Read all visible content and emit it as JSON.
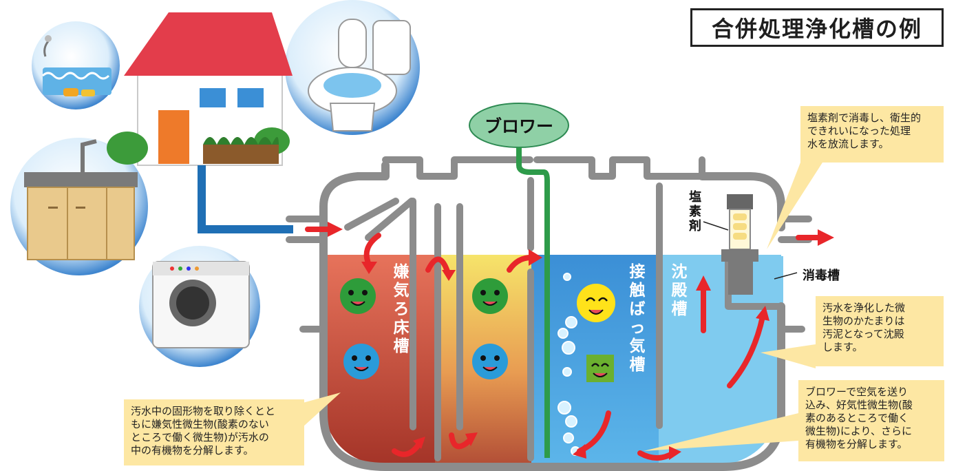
{
  "title": "合併処理浄化槽の例",
  "blower": "ブロワー",
  "chambers": {
    "anaerobic": [
      "嫌",
      "気",
      "ろ",
      "床",
      "槽"
    ],
    "contact_aeration": [
      "接",
      "触",
      "ば",
      "っ",
      "気",
      "槽"
    ],
    "sedimentation": [
      "沈",
      "殿",
      "槽"
    ]
  },
  "chlorine_agent": [
    "塩",
    "素",
    "剤"
  ],
  "disinfection_tank": "消毒槽",
  "callouts": {
    "chlorine": [
      "塩素剤で消毒し、衛生的",
      "できれいになった処理",
      "水を放流します。"
    ],
    "sedimentation": [
      "汚水を浄化した微",
      "生物のかたまりは",
      "汚泥となって沈殿",
      "します。"
    ],
    "aeration": [
      "ブロワーで空気を送り",
      "込み、好気性微生物(酸",
      "素のあるところで働く",
      "微生物)により、さらに",
      "有機物を分解します。"
    ],
    "anaerobic": [
      "汚水中の固形物を取り除くとと",
      "もに嫌気性微生物(酸素のない",
      "ところで働く微生物)が汚水の",
      "中の有機物を分解します。"
    ]
  },
  "colors": {
    "anaerobic_fill": "#c0493a",
    "middle_fill": "#e8a85a",
    "aeration_fill": "#3a8fd4",
    "sedimentation_fill": "#7fcbef",
    "tank_wall": "#8c8c8c",
    "arrow": "#e8262a",
    "pipe": "#1f6fb5",
    "blower": "#8fd0a6",
    "callout": "#fde7a3"
  }
}
